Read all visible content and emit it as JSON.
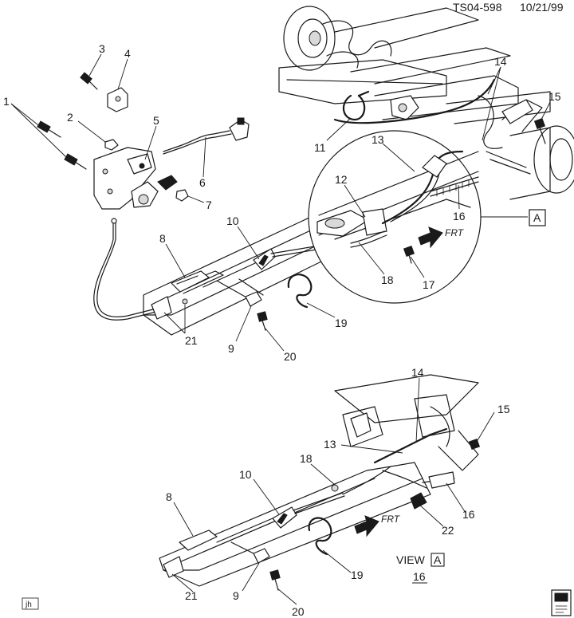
{
  "header": {
    "ref": "TS04-598",
    "date": "10/21/99"
  },
  "callouts": {
    "c1": "1",
    "c2": "2",
    "c3": "3",
    "c4": "4",
    "c5": "5",
    "c6": "6",
    "c7": "7",
    "c8": "8",
    "c9": "9",
    "c10": "10",
    "c11": "11",
    "c12": "12",
    "c13": "13",
    "c14": "14",
    "c15": "15",
    "c16": "16",
    "c17": "17",
    "c18": "18",
    "c19": "19",
    "c20": "20",
    "c21": "21",
    "c22": "22"
  },
  "labels": {
    "frt": "FRT",
    "view_box": "A",
    "view_word": "VIEW",
    "view_letter": "A",
    "view_number": "16",
    "initials": "jh"
  }
}
